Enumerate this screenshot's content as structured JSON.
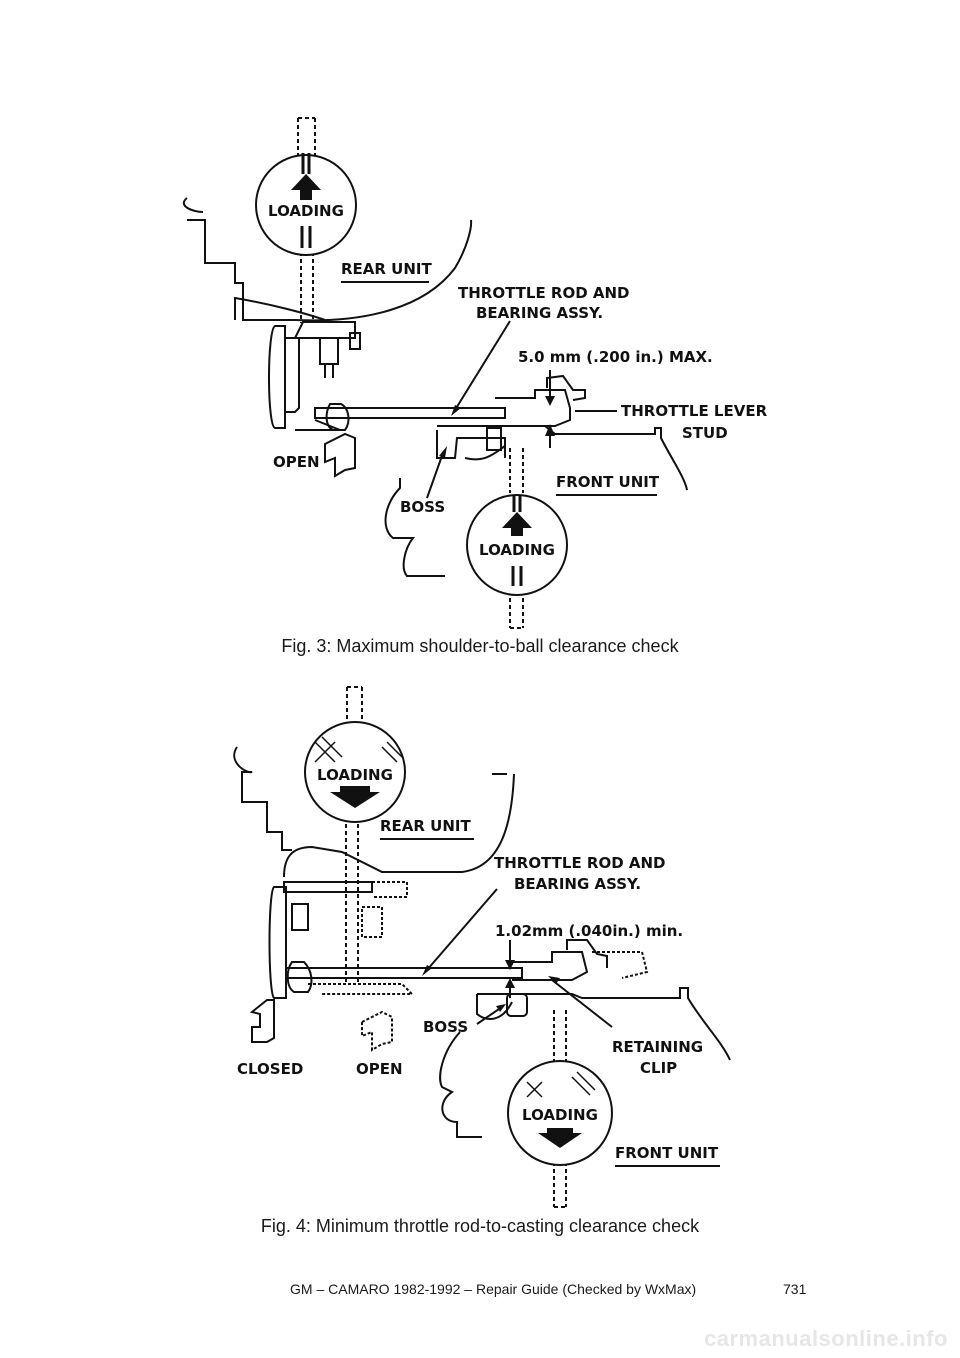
{
  "figure3": {
    "labels": {
      "loading_top": "LOADING",
      "rear_unit": "REAR UNIT",
      "throttle_rod_l1": "THROTTLE ROD AND",
      "throttle_rod_l2": "BEARING ASSY.",
      "max_clearance": "5.0 mm (.200 in.) MAX.",
      "lever_l1": "THROTTLE LEVER",
      "lever_l2": "STUD",
      "open": "OPEN",
      "front_unit": "FRONT UNIT",
      "boss": "BOSS",
      "loading_bottom": "LOADING"
    },
    "caption": "Fig. 3: Maximum shoulder-to-ball clearance check"
  },
  "figure4": {
    "labels": {
      "loading_top": "LOADING",
      "rear_unit": "REAR UNIT",
      "throttle_rod_l1": "THROTTLE ROD AND",
      "throttle_rod_l2": "BEARING ASSY.",
      "min_clearance": "1.02mm (.040in.) min.",
      "boss": "BOSS",
      "retaining_l1": "RETAINING",
      "retaining_l2": "CLIP",
      "closed": "CLOSED",
      "open": "OPEN",
      "loading_bottom": "LOADING",
      "front_unit": "FRONT UNIT"
    },
    "caption": "Fig. 4: Minimum throttle rod-to-casting clearance check"
  },
  "footer": {
    "title": "GM – CAMARO 1982-1992 – Repair Guide (Checked by WxMax)",
    "page_number": "731"
  },
  "watermark": "carmanualsonline.info"
}
